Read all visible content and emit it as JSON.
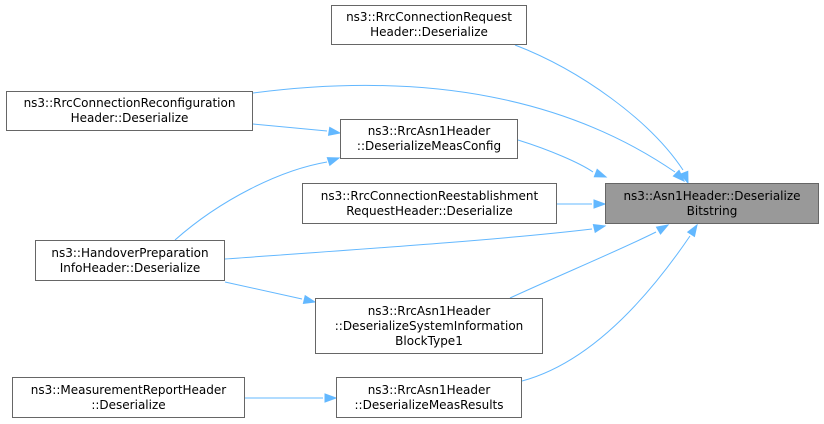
{
  "diagram": {
    "focus_node": {
      "id": "focus",
      "lines": [
        "ns3::Asn1Header::Deserialize",
        "Bitstring"
      ]
    },
    "nodes": [
      {
        "id": "n1",
        "lines": [
          "ns3::RrcConnectionRequest",
          "Header::Deserialize"
        ]
      },
      {
        "id": "n2",
        "lines": [
          "ns3::RrcConnectionReconfiguration",
          "Header::Deserialize"
        ]
      },
      {
        "id": "n3",
        "lines": [
          "ns3::RrcAsn1Header",
          "::DeserializeMeasConfig"
        ]
      },
      {
        "id": "n4",
        "lines": [
          "ns3::RrcConnectionReestablishment",
          "RequestHeader::Deserialize"
        ]
      },
      {
        "id": "n5",
        "lines": [
          "ns3::HandoverPreparation",
          "InfoHeader::Deserialize"
        ]
      },
      {
        "id": "n6",
        "lines": [
          "ns3::RrcAsn1Header",
          "::DeserializeSystemInformation",
          "BlockType1"
        ]
      },
      {
        "id": "n7",
        "lines": [
          "ns3::MeasurementReportHeader",
          "::Deserialize"
        ]
      },
      {
        "id": "n8",
        "lines": [
          "ns3::RrcAsn1Header",
          "::DeserializeMeasResults"
        ]
      }
    ],
    "edges": [
      {
        "from": "n1",
        "to": "focus"
      },
      {
        "from": "n2",
        "to": "focus"
      },
      {
        "from": "n3",
        "to": "focus"
      },
      {
        "from": "n4",
        "to": "focus"
      },
      {
        "from": "n5",
        "to": "focus"
      },
      {
        "from": "n6",
        "to": "focus"
      },
      {
        "from": "n8",
        "to": "focus"
      },
      {
        "from": "n2",
        "to": "n3"
      },
      {
        "from": "n5",
        "to": "n3"
      },
      {
        "from": "n5",
        "to": "n6"
      },
      {
        "from": "n7",
        "to": "n8"
      }
    ],
    "colors": {
      "edge": "#63b8ff",
      "node_border": "#666666",
      "focus_fill": "#999999"
    }
  }
}
